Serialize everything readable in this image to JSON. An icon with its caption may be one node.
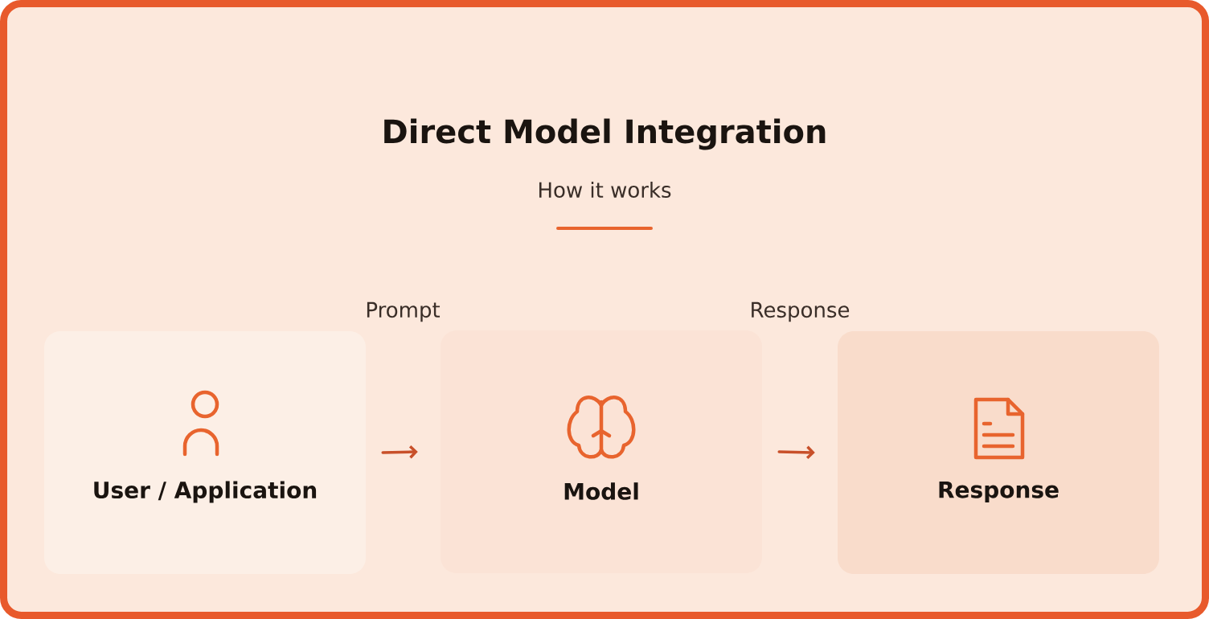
{
  "diagram": {
    "title": "Direct Model Integration",
    "nodes": [
      {
        "text": [
          "User / Application"
        ]
      },
      {
        "text": [
          "Model"
        ]
      },
      {
        "text": [
          "Response"
        ]
      }
    ],
    "edges": [
      {
        "from": 0,
        "to": 1,
        "arrow": "to"
      },
      {
        "from": 1,
        "to": 2,
        "arrow": "to"
      }
    ],
    "labels": [
      "How it works",
      "Prompt",
      "Response"
    ]
  }
}
